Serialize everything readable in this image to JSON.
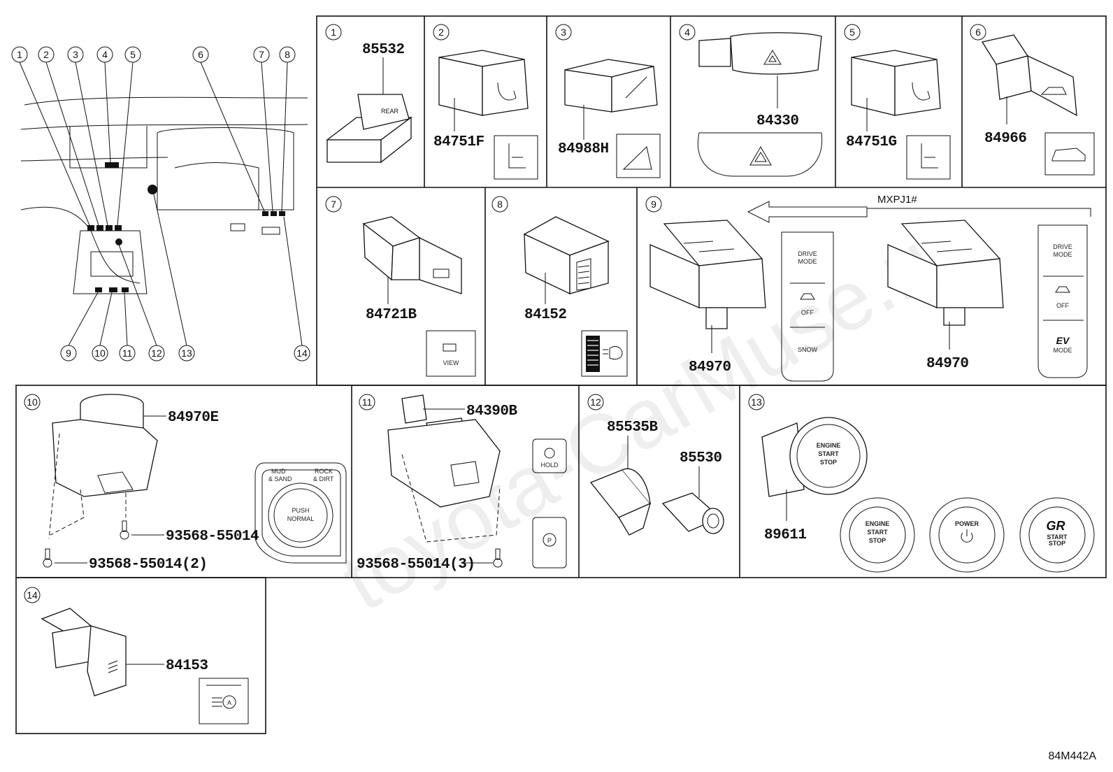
{
  "watermark": "toyota-CarMuse.ru",
  "diagram_code": "84M442A",
  "overview_labels": [
    "1",
    "2",
    "3",
    "4",
    "5",
    "6",
    "7",
    "8",
    "9",
    "10",
    "11",
    "12",
    "13",
    "14"
  ],
  "cells": {
    "c1": {
      "num": "1",
      "part": "85532"
    },
    "c2": {
      "num": "2",
      "part": "84751F"
    },
    "c3": {
      "num": "3",
      "part": "84988H"
    },
    "c4": {
      "num": "4",
      "part": "84330"
    },
    "c5": {
      "num": "5",
      "part": "84751G"
    },
    "c6": {
      "num": "6",
      "part": "84966"
    },
    "c7": {
      "num": "7",
      "part": "84721B",
      "icon_text": "VIEW"
    },
    "c8": {
      "num": "8",
      "part": "84152"
    },
    "c9": {
      "num": "9",
      "part_left": "84970",
      "part_right": "84970",
      "variant": "MXPJ1#",
      "panel_left": [
        "DRIVE MODE",
        "OFF",
        "SNOW"
      ],
      "panel_right": [
        "DRIVE MODE",
        "OFF",
        "EV",
        "MODE"
      ]
    },
    "c10": {
      "num": "10",
      "part": "84970E",
      "screw1": "93568-55014",
      "screw2": "93568-55014(2)",
      "dial_mud": "MUD & SAND",
      "dial_rock": "ROCK & DIRT",
      "dial_push": "PUSH",
      "dial_normal": "NORMAL"
    },
    "c11": {
      "num": "11",
      "part": "84390B",
      "screw": "93568-55014(3)",
      "icon_hold": "HOLD",
      "icon_p": "P"
    },
    "c12": {
      "num": "12",
      "part1": "85535B",
      "part2": "85530"
    },
    "c13": {
      "num": "13",
      "part": "89611",
      "btn_main": [
        "ENGINE",
        "START",
        "STOP"
      ],
      "btn1": [
        "ENGINE",
        "START",
        "STOP"
      ],
      "btn2": [
        "POWER"
      ],
      "btn3_logo": "GR",
      "btn3": [
        "START",
        "STOP"
      ]
    },
    "c14": {
      "num": "14",
      "part": "84153"
    }
  }
}
